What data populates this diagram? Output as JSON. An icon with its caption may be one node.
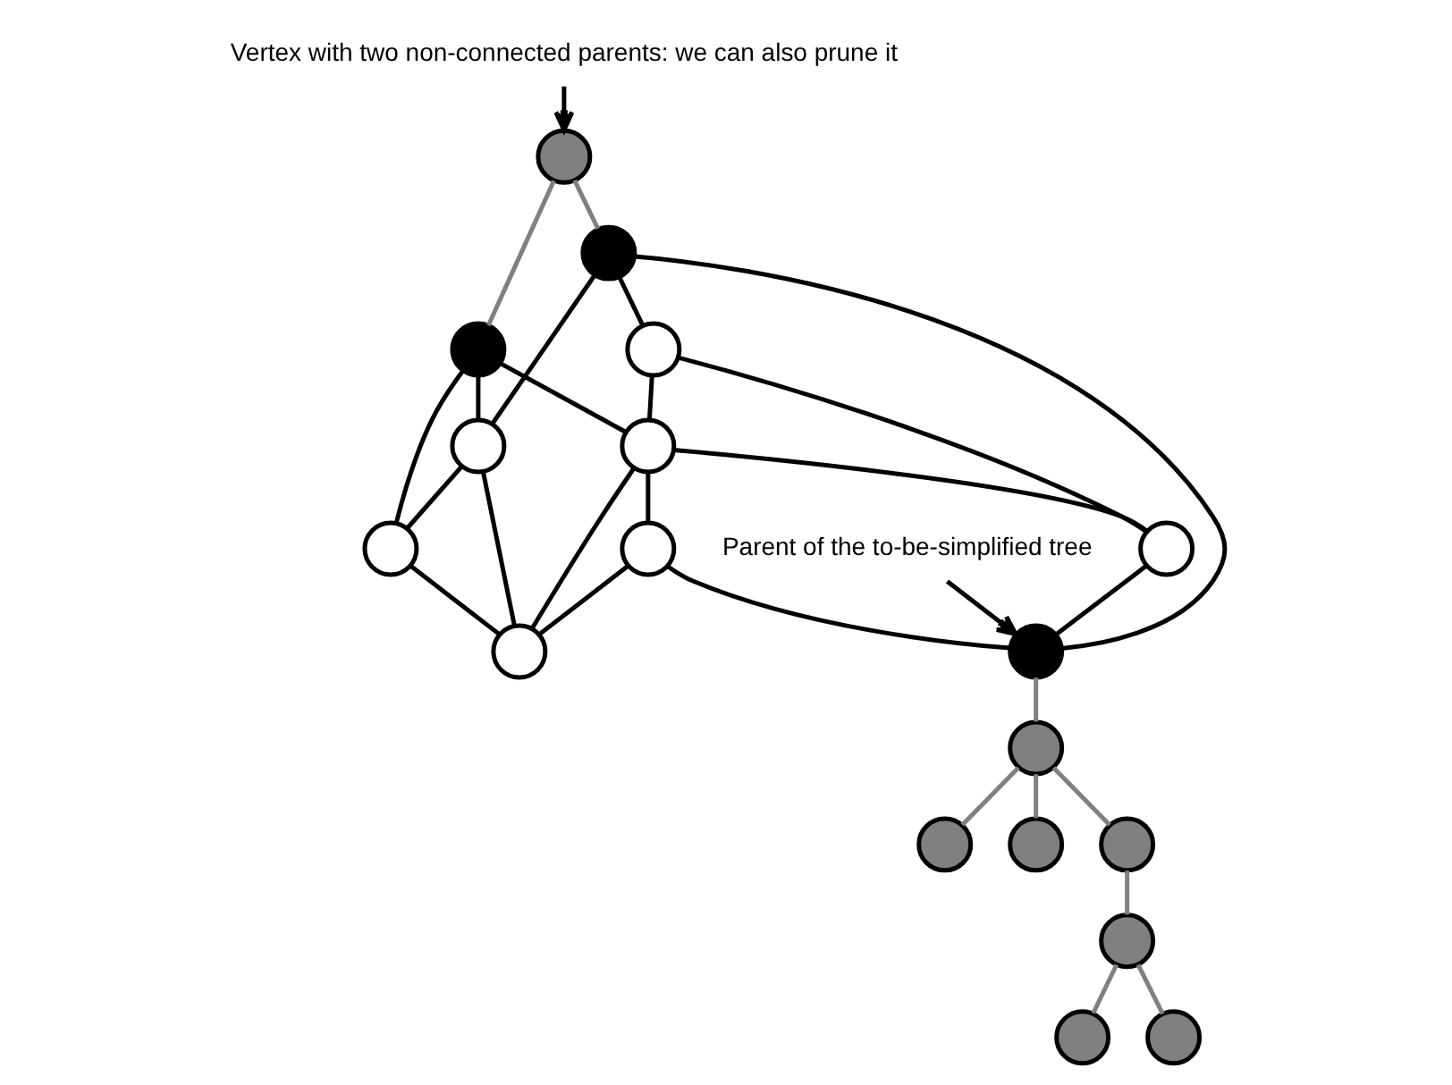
{
  "diagram": {
    "nodes": [
      {
        "text": [
          "Vertex with two non-connected parents: we can also prune it"
        ]
      },
      {
        "text": [],
        "shape": "circle"
      },
      {
        "text": [],
        "shape": "circle"
      },
      {
        "text": [],
        "shape": "circle"
      },
      {
        "text": [],
        "shape": "circle"
      },
      {
        "text": [],
        "shape": "circle"
      },
      {
        "text": [],
        "shape": "circle"
      },
      {
        "text": [],
        "shape": "circle"
      },
      {
        "text": [],
        "shape": "circle"
      },
      {
        "text": [],
        "shape": "circle"
      },
      {
        "text": [],
        "shape": "circle"
      },
      {
        "text": [],
        "shape": "circle"
      },
      {
        "text": [
          "Parent of the to-be-simplified tree"
        ]
      },
      {
        "text": [],
        "shape": "circle"
      },
      {
        "text": [],
        "shape": "circle"
      },
      {
        "text": [],
        "shape": "circle"
      },
      {
        "text": [],
        "shape": "circle"
      },
      {
        "text": [],
        "shape": "circle"
      },
      {
        "text": [],
        "shape": "circle"
      },
      {
        "text": [],
        "shape": "circle"
      }
    ],
    "edges": [
      {
        "from": 0,
        "to": 1,
        "arrow": "to"
      },
      {
        "from": 1,
        "to": 3,
        "arrow": "none",
        "color": "#808080"
      },
      {
        "from": 1,
        "to": 2,
        "arrow": "none",
        "color": "#808080"
      },
      {
        "from": 2,
        "to": 7,
        "arrow": "none"
      },
      {
        "from": 2,
        "to": 6,
        "arrow": "none"
      },
      {
        "from": 2,
        "to": 4,
        "arrow": "none"
      },
      {
        "from": 3,
        "to": 5,
        "arrow": "none"
      },
      {
        "from": 3,
        "to": 6,
        "arrow": "none"
      },
      {
        "from": 3,
        "to": 11,
        "arrow": "none"
      },
      {
        "from": 5,
        "to": 7,
        "arrow": "none"
      },
      {
        "from": 5,
        "to": 9,
        "arrow": "none"
      },
      {
        "from": 7,
        "to": 9,
        "arrow": "none"
      },
      {
        "from": 7,
        "to": 8,
        "arrow": "none"
      },
      {
        "from": 7,
        "to": 10,
        "arrow": "none"
      },
      {
        "from": 6,
        "to": 4,
        "arrow": "none"
      },
      {
        "from": 6,
        "to": 8,
        "arrow": "none"
      },
      {
        "from": 4,
        "to": 8,
        "arrow": "none"
      },
      {
        "from": 10,
        "to": 8,
        "arrow": "none"
      },
      {
        "from": 9,
        "to": 11,
        "arrow": "none"
      },
      {
        "from": 10,
        "to": 11,
        "arrow": "none"
      },
      {
        "from": 12,
        "to": 11,
        "arrow": "to"
      },
      {
        "from": 11,
        "to": 13,
        "arrow": "none",
        "color": "#808080"
      },
      {
        "from": 13,
        "to": 14,
        "arrow": "none",
        "color": "#808080"
      },
      {
        "from": 13,
        "to": 15,
        "arrow": "none",
        "color": "#808080"
      },
      {
        "from": 13,
        "to": 16,
        "arrow": "none",
        "color": "#808080"
      },
      {
        "from": 16,
        "to": 17,
        "arrow": "none",
        "color": "#808080"
      },
      {
        "from": 17,
        "to": 18,
        "arrow": "none",
        "color": "#808080"
      },
      {
        "from": 17,
        "to": 19,
        "arrow": "none",
        "color": "#808080"
      }
    ]
  }
}
